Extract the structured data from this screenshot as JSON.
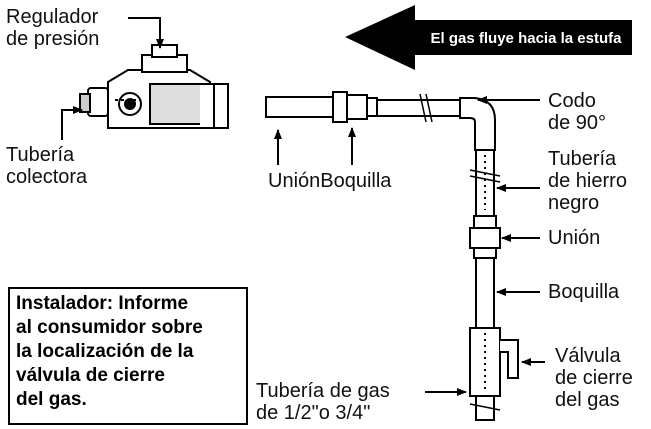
{
  "header": {
    "flow_label": "El gas fluye hacia la estufa"
  },
  "labels": {
    "regulador": [
      "Regulador",
      "de presión"
    ],
    "tuberia_colectora": [
      "Tubería",
      "colectora"
    ],
    "union_boquilla": "UniónBoquilla",
    "codo": [
      "Codo",
      "de 90°"
    ],
    "hierro": [
      "Tubería",
      "de hierro",
      "negro"
    ],
    "union": "Unión",
    "boquilla": "Boquilla",
    "valvula": [
      "Válvula",
      "de cierre",
      "del gas"
    ],
    "tuberia_gas": [
      "Tubería de gas",
      "de 1/2\"o 3/4\""
    ]
  },
  "note": {
    "lines": [
      "Instalador: Informe",
      "al consumidor sobre",
      "la localización de la",
      "válvula de cierre",
      "del gas."
    ]
  },
  "colors": {
    "ink": "#000000",
    "background": "#ffffff",
    "arrow_fill": "#000000",
    "arrow_text": "#ffffff"
  }
}
